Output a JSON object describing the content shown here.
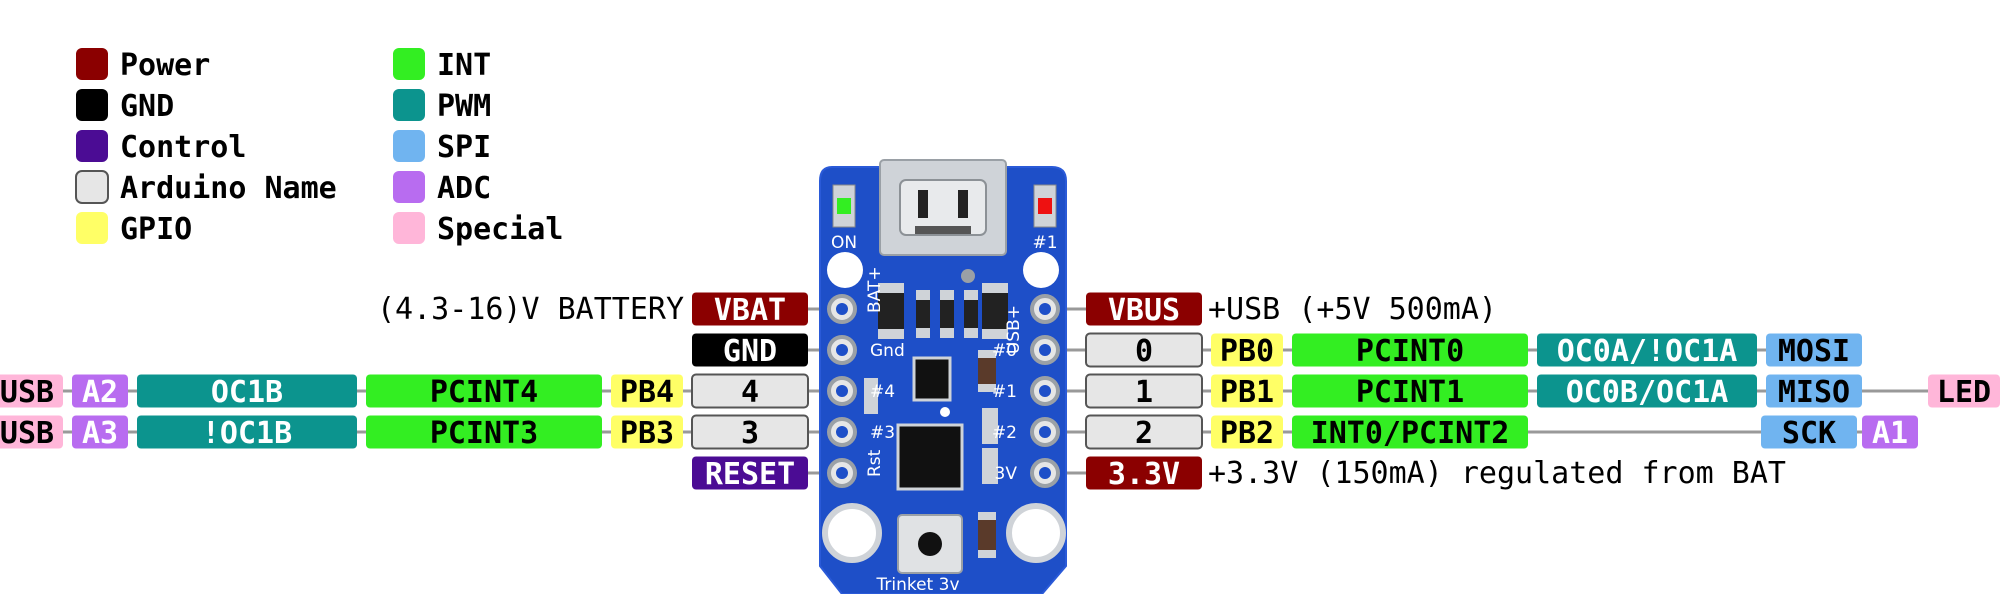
{
  "title_fragments": [],
  "colors": {
    "power": "#8b0000",
    "gnd": "#000000",
    "control": "#4b0c94",
    "arduino": "#e6e6e6",
    "gpio": "#ffff66",
    "int": "#33ee22",
    "pwm": "#0c948e",
    "spi": "#70b4f0",
    "adc": "#b86cf0",
    "special": "#ffb6d9",
    "board": "#1e4fc8",
    "wire": "#999999"
  },
  "legend": [
    {
      "key": "power",
      "label": "Power"
    },
    {
      "key": "gnd",
      "label": "GND"
    },
    {
      "key": "control",
      "label": "Control"
    },
    {
      "key": "arduino",
      "label": "Arduino Name"
    },
    {
      "key": "gpio",
      "label": "GPIO"
    },
    {
      "key": "int",
      "label": "INT"
    },
    {
      "key": "pwm",
      "label": "PWM"
    },
    {
      "key": "spi",
      "label": "SPI"
    },
    {
      "key": "adc",
      "label": "ADC"
    },
    {
      "key": "special",
      "label": "Special"
    }
  ],
  "board": {
    "name": "Trinket 3v",
    "led_on": "ON",
    "led_1": "#1",
    "left_pins": [
      "BAT+",
      "Gnd",
      "#4",
      "#3",
      "Rst"
    ],
    "right_pins": [
      "USB+",
      "#0",
      "#1",
      "#2",
      "3V"
    ]
  },
  "left_rows": [
    {
      "desc": "(4.3-16)V BATTERY",
      "labels": [
        {
          "t": "VBAT",
          "k": "power"
        }
      ]
    },
    {
      "desc": "",
      "labels": [
        {
          "t": "GND",
          "k": "gnd"
        }
      ]
    },
    {
      "desc": "",
      "labels": [
        {
          "t": "4",
          "k": "arduino"
        },
        {
          "t": "PB4",
          "k": "gpio"
        },
        {
          "t": "PCINT4",
          "k": "int"
        },
        {
          "t": "OC1B",
          "k": "pwm"
        },
        {
          "t": "A2",
          "k": "adc"
        },
        {
          "t": "USB",
          "k": "special"
        }
      ]
    },
    {
      "desc": "",
      "labels": [
        {
          "t": "3",
          "k": "arduino"
        },
        {
          "t": "PB3",
          "k": "gpio"
        },
        {
          "t": "PCINT3",
          "k": "int"
        },
        {
          "t": "!OC1B",
          "k": "pwm"
        },
        {
          "t": "A3",
          "k": "adc"
        },
        {
          "t": "USB",
          "k": "special"
        }
      ]
    },
    {
      "desc": "",
      "labels": [
        {
          "t": "RESET",
          "k": "control"
        }
      ]
    }
  ],
  "right_rows": [
    {
      "desc": "+USB (+5V 500mA)",
      "labels": [
        {
          "t": "VBUS",
          "k": "power"
        }
      ]
    },
    {
      "desc": "",
      "labels": [
        {
          "t": "0",
          "k": "arduino"
        },
        {
          "t": "PB0",
          "k": "gpio"
        },
        {
          "t": "PCINT0",
          "k": "int"
        },
        {
          "t": "OC0A/!OC1A",
          "k": "pwm"
        },
        {
          "t": "MOSI",
          "k": "spi"
        }
      ]
    },
    {
      "desc": "",
      "labels": [
        {
          "t": "1",
          "k": "arduino"
        },
        {
          "t": "PB1",
          "k": "gpio"
        },
        {
          "t": "PCINT1",
          "k": "int"
        },
        {
          "t": "OC0B/OC1A",
          "k": "pwm"
        },
        {
          "t": "MISO",
          "k": "spi"
        },
        {
          "t": "LED",
          "k": "special"
        }
      ]
    },
    {
      "desc": "",
      "labels": [
        {
          "t": "2",
          "k": "arduino"
        },
        {
          "t": "PB2",
          "k": "gpio"
        },
        {
          "t": "INT0/PCINT2",
          "k": "int"
        },
        {
          "t": "SCK",
          "k": "spi"
        },
        {
          "t": "A1",
          "k": "adc"
        }
      ]
    },
    {
      "desc": "+3.3V (150mA) regulated from BAT",
      "labels": [
        {
          "t": "3.3V",
          "k": "power"
        }
      ]
    }
  ]
}
